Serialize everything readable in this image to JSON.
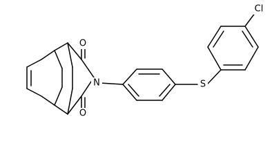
{
  "molecule": {
    "atom_labels": {
      "chlorine": "Cl",
      "sulfur": "S",
      "nitrogen": "N",
      "oxygen_top": "O",
      "oxygen_bottom": "O"
    },
    "colors": {
      "background": "#ffffff",
      "bond": "#000000",
      "label": "#000000"
    }
  }
}
